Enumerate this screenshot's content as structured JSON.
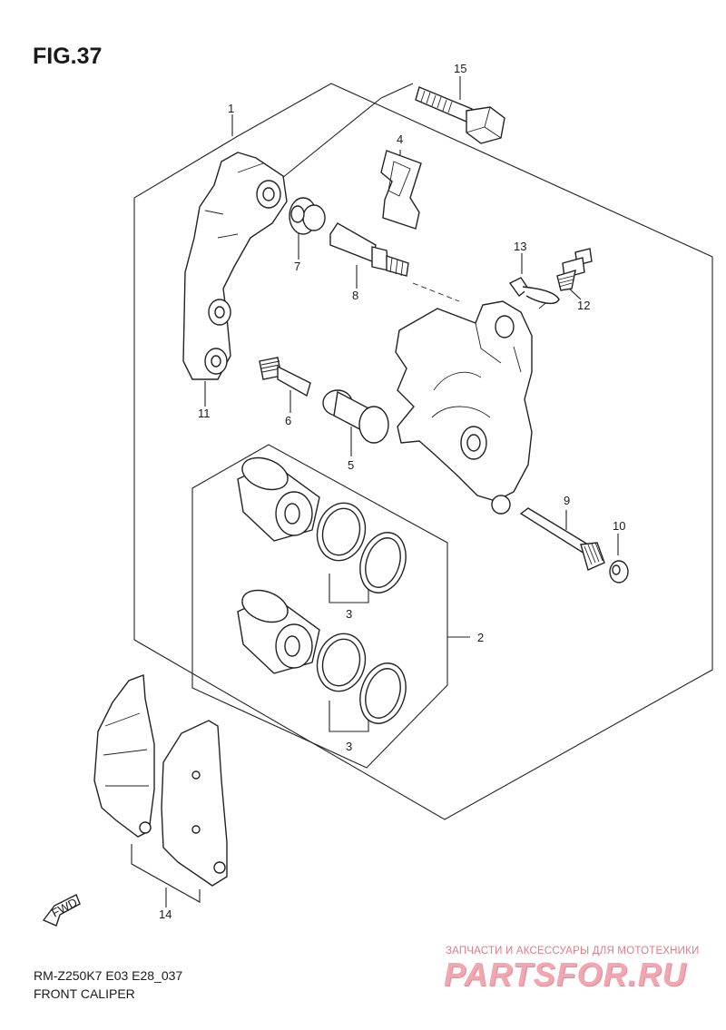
{
  "figure": {
    "title": "FIG.37"
  },
  "callouts": {
    "c1": "1",
    "c2": "2",
    "c3a": "3",
    "c3b": "3",
    "c4": "4",
    "c5": "5",
    "c6": "6",
    "c7": "7",
    "c8": "8",
    "c9": "9",
    "c10": "10",
    "c11": "11",
    "c12": "12",
    "c13": "13",
    "c14": "14",
    "c15": "15"
  },
  "fwd_marker": "FWD",
  "footer": {
    "code": "RM-Z250K7 E03 E28_037",
    "name": "FRONT CALIPER"
  },
  "watermark": {
    "tagline": "ЗАПЧАСТИ И АКСЕССУАРЫ ДЛЯ МОТОТЕХНИКИ",
    "logo": "PARTSFOR.RU"
  }
}
